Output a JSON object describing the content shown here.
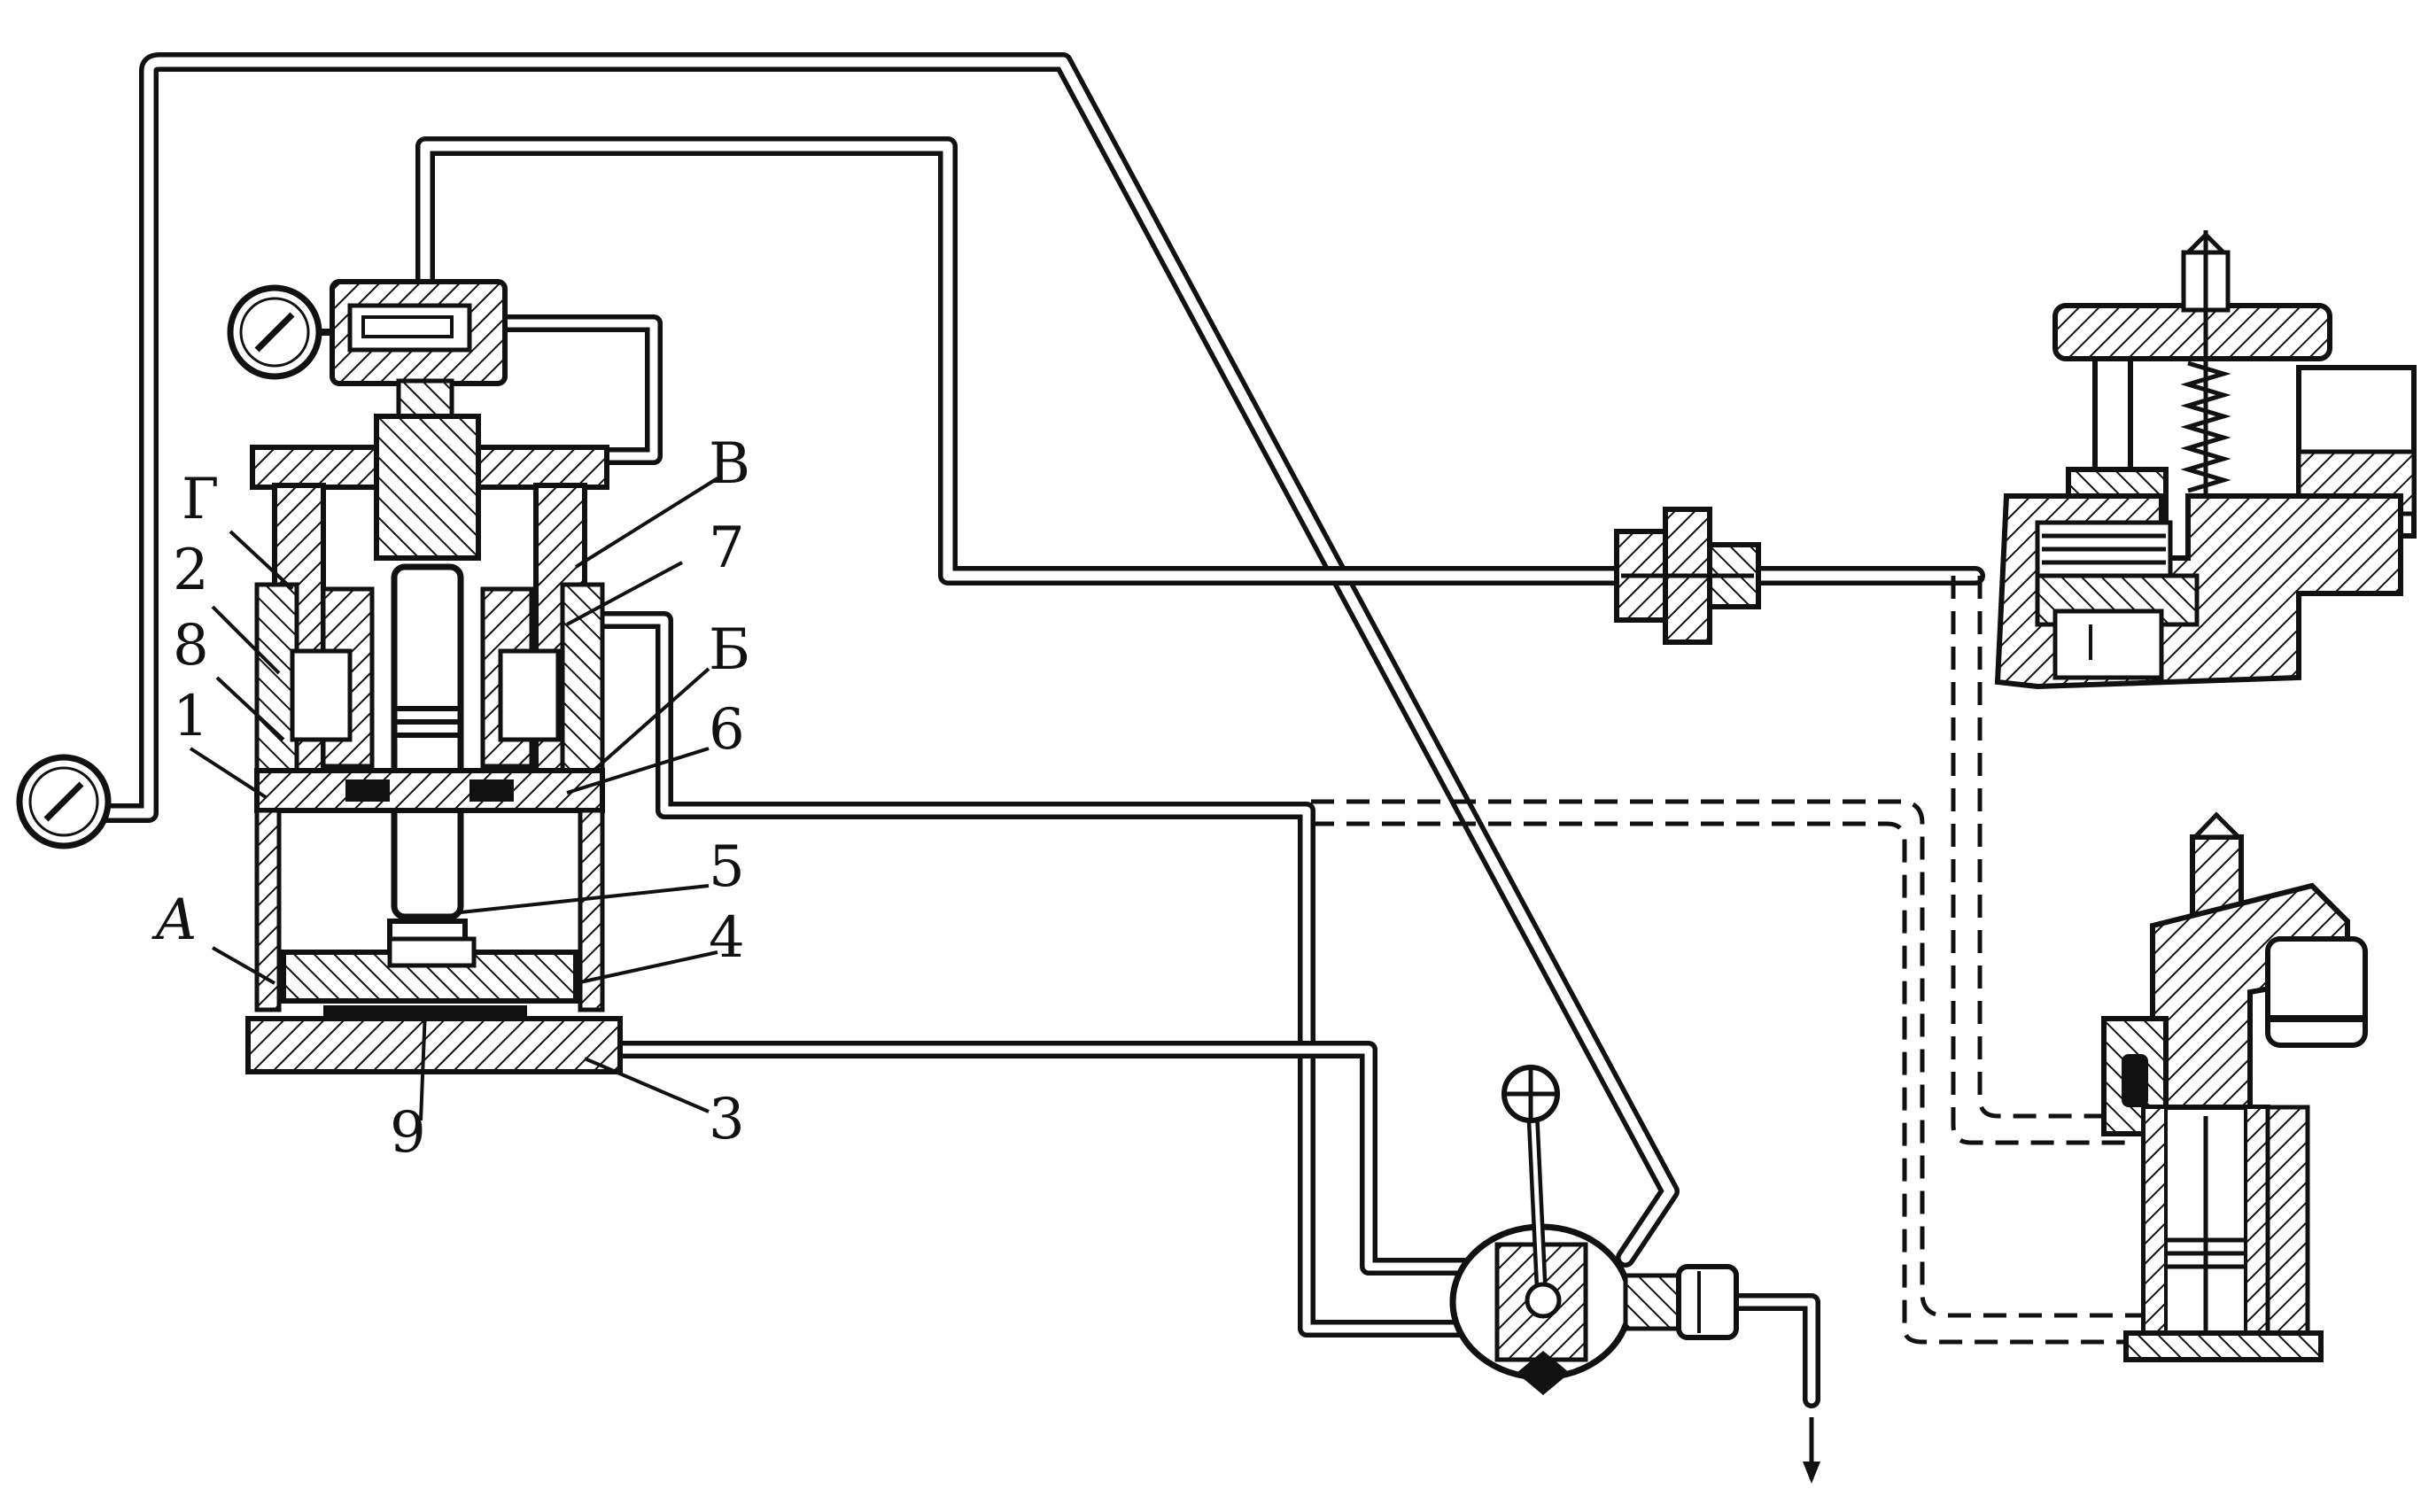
{
  "diagram": {
    "colors": {
      "ink": "#111111",
      "background": "#ffffff"
    },
    "labels": {
      "G": "Г",
      "V": "В",
      "B": "Б",
      "A": "А",
      "n1": "1",
      "n2": "2",
      "n3": "3",
      "n4": "4",
      "n5": "5",
      "n6": "6",
      "n7": "7",
      "n8": "8",
      "n9": "9"
    }
  }
}
